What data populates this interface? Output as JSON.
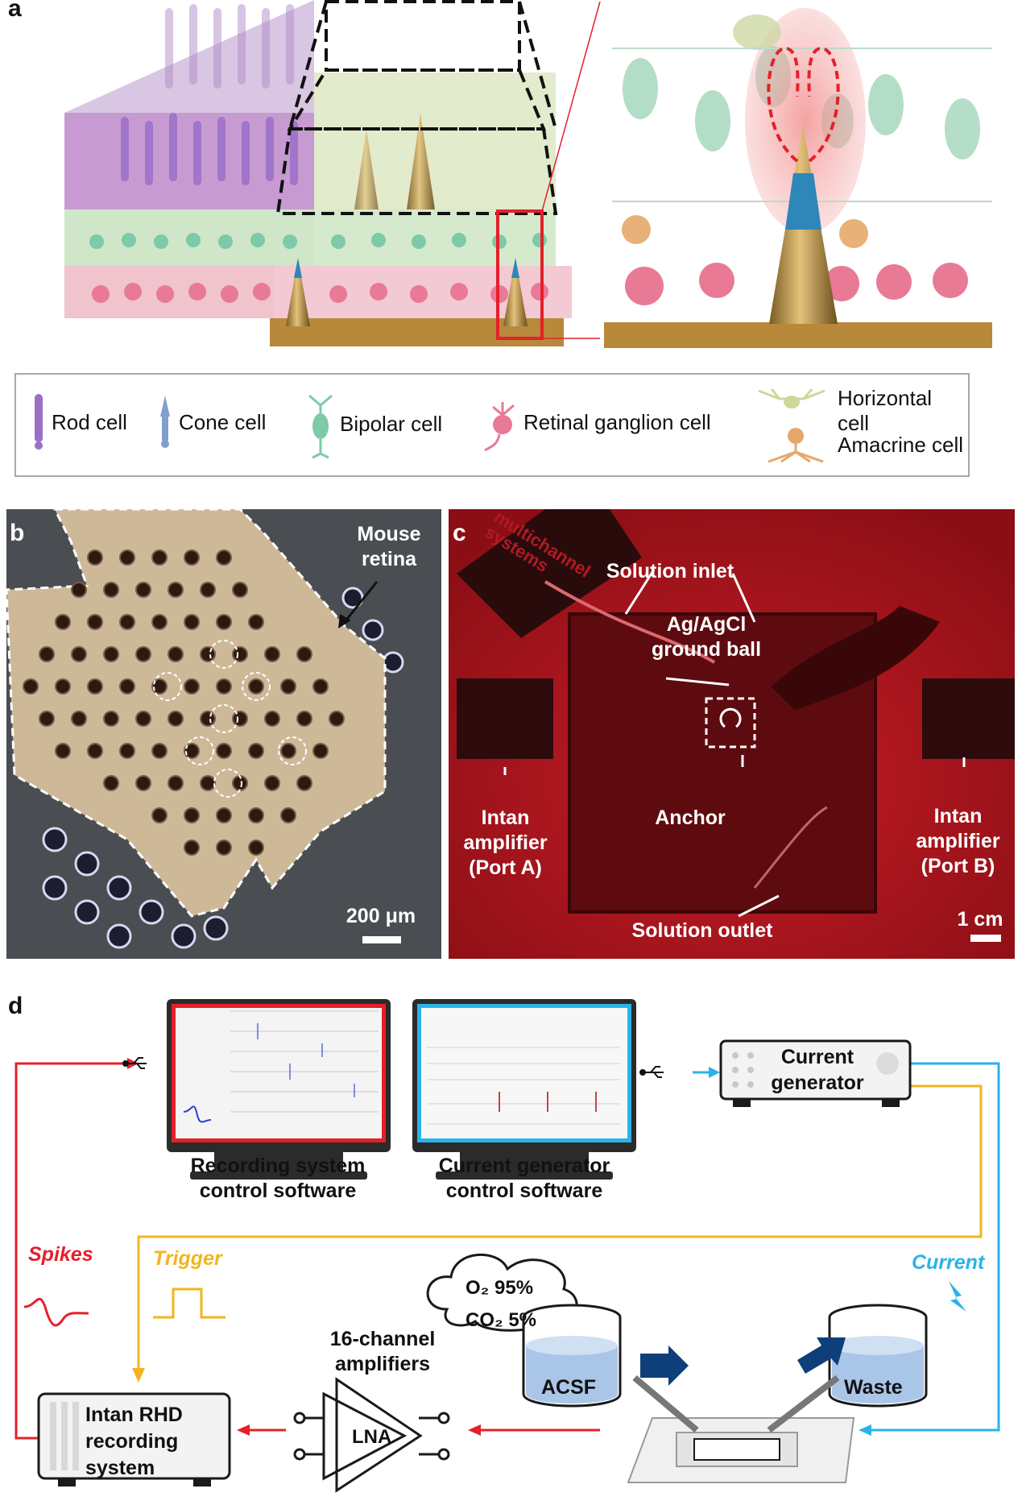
{
  "panels": {
    "a": "a",
    "b": "b",
    "c": "c",
    "d": "d"
  },
  "legend": {
    "rod": "Rod cell",
    "cone": "Cone cell",
    "bipolar": "Bipolar cell",
    "ganglion": "Retinal ganglion cell",
    "horizontal": "Horizontal cell",
    "amacrine": "Amacrine cell"
  },
  "panel_b": {
    "mouse_retina": "Mouse retina",
    "scale": "200 μm"
  },
  "panel_c": {
    "brand": "multichannel systems",
    "solution_inlet": "Solution inlet",
    "ground_ball": "Ag/AgCl ground ball",
    "anchor": "Anchor",
    "intan_a": "Intan amplifier (Port A)",
    "intan_b": "Intan amplifier (Port B)",
    "solution_outlet": "Solution outlet",
    "scale": "1 cm"
  },
  "panel_d": {
    "recording_software": "Recording system control software",
    "current_software": "Current generator control software",
    "current_generator": "Current generator",
    "spikes": "Spikes",
    "trigger": "Trigger",
    "current": "Current",
    "amplifiers": "16-channel amplifiers",
    "lna": "LNA",
    "intan_rhd": "Intan RHD recording system",
    "acsf": "ACSF",
    "waste": "Waste",
    "o2": "O₂ 95%",
    "co2": "CO₂ 5%"
  },
  "colors": {
    "red": "#e4202a",
    "blue": "#2ab3e8",
    "yellow": "#f2b51e",
    "bipolar": "#7ec9a8",
    "ganglion": "#e87a95",
    "rod": "#9b6fc7",
    "cone": "#7f9fcf",
    "gold": "#b8893a"
  }
}
